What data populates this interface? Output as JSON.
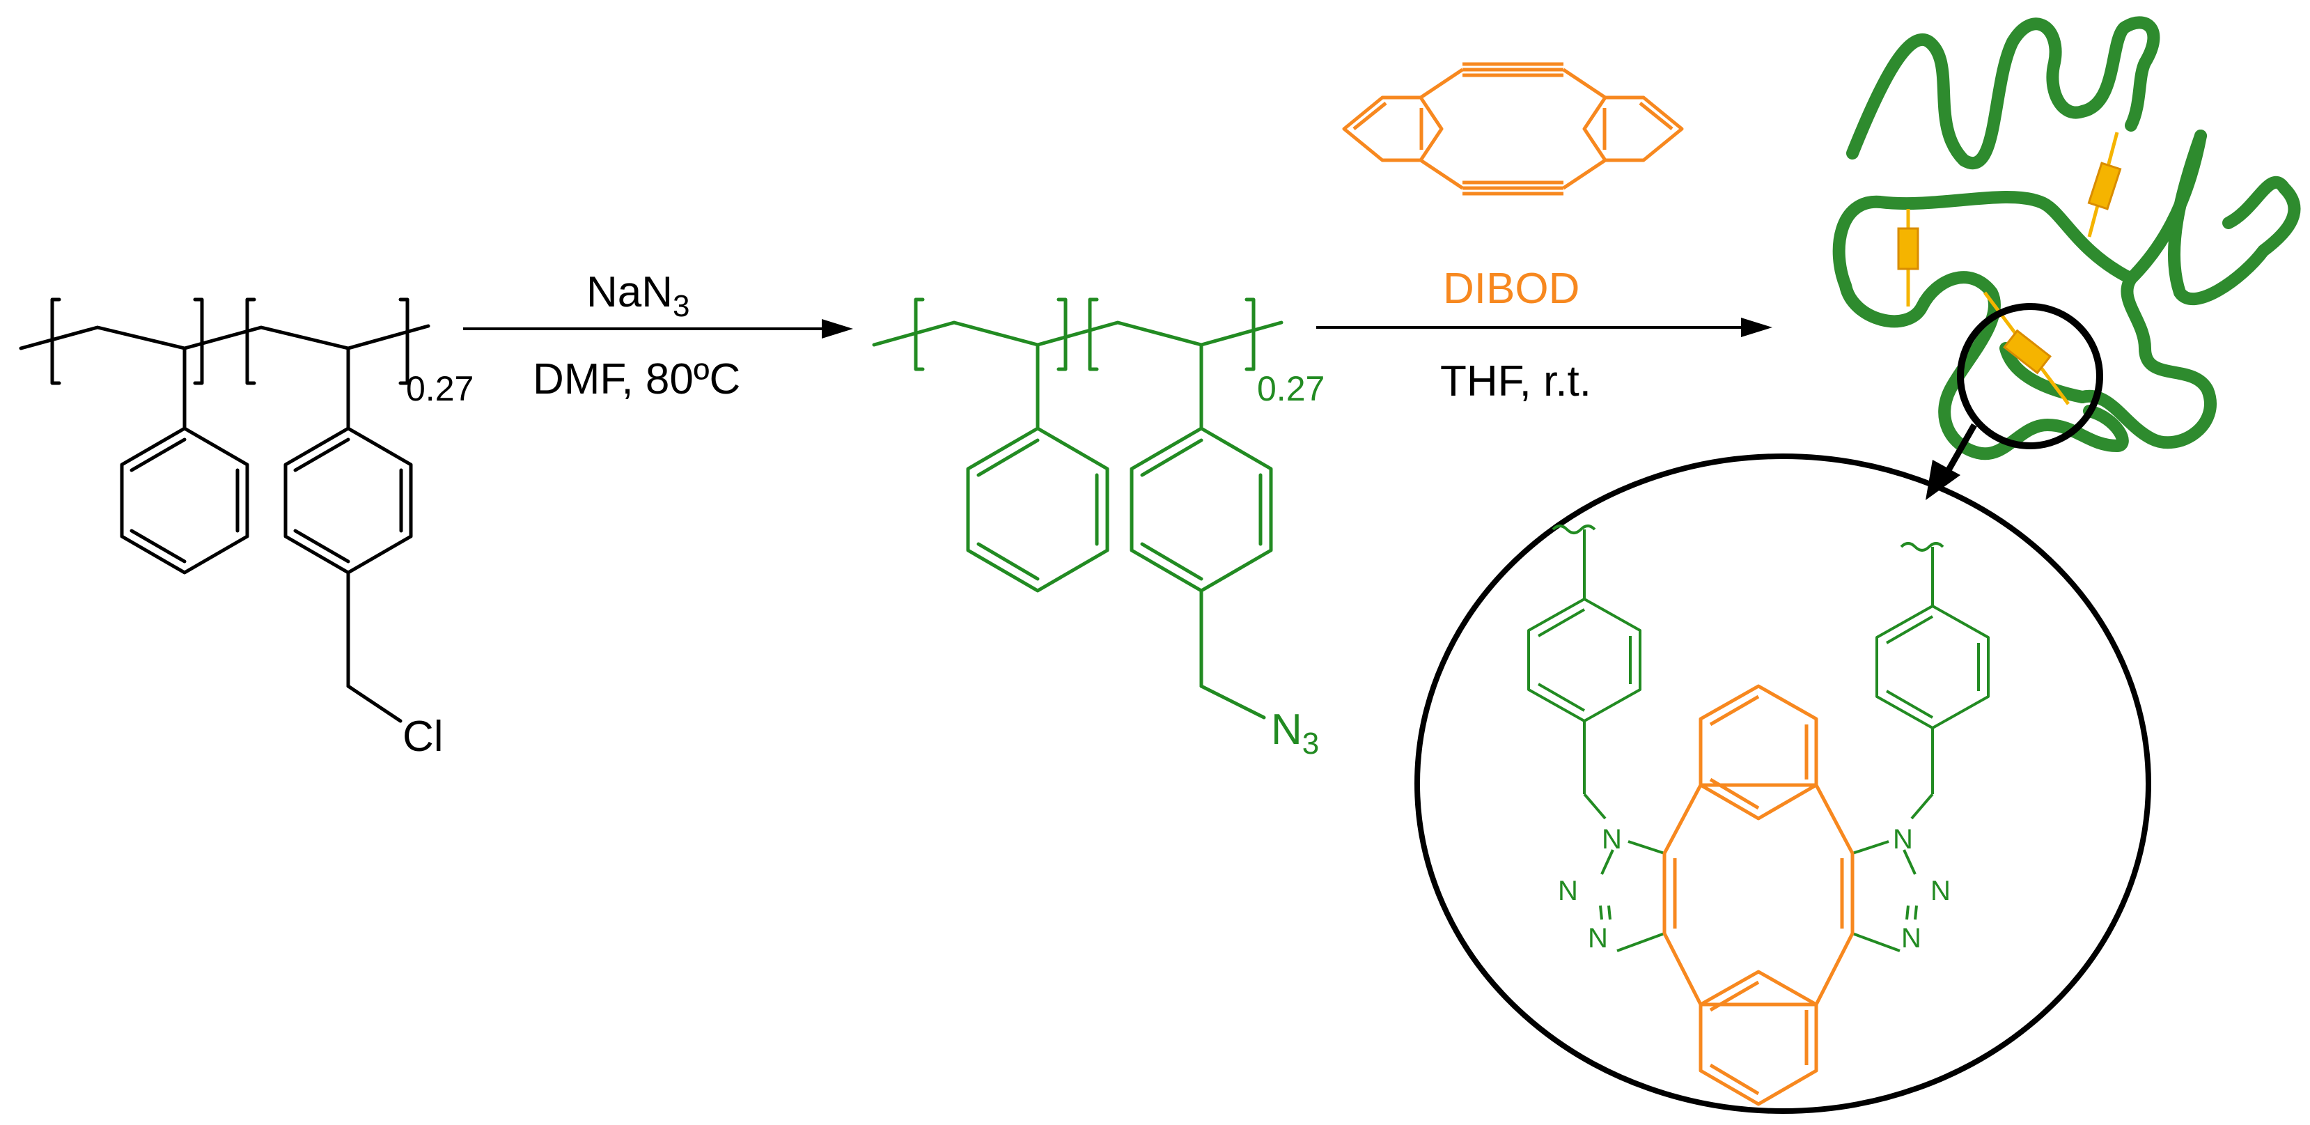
{
  "colors": {
    "black": "#000000",
    "green": "#228b22",
    "orange": "#f7881f",
    "gold": "#f5b400",
    "gold_stroke": "#d98c00"
  },
  "monomer": {
    "subscript": "0.27",
    "chloride_label": "Cl"
  },
  "step1": {
    "reagent": "NaN",
    "reagent_sub": "3",
    "conditions": "DMF,  80ºC"
  },
  "azide_polymer": {
    "subscript": "0.27",
    "azide_label": "N",
    "azide_sub": "3"
  },
  "step2": {
    "reagent_name": "DIBOD",
    "conditions": "THF,  r.t."
  },
  "zoom": {
    "nitrogen_label": "N"
  }
}
